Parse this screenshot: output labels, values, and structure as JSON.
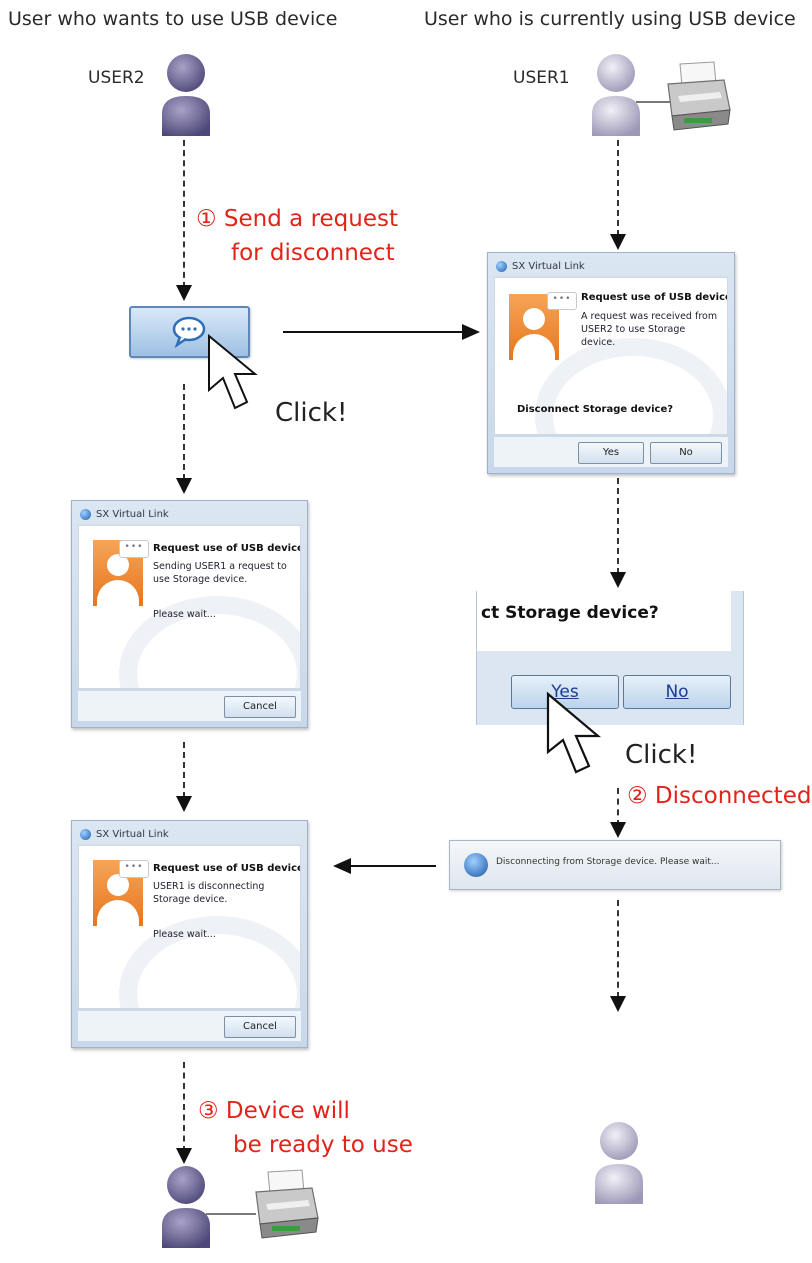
{
  "headers": {
    "left": "User who wants to use USB device",
    "right": "User who is currently using USB device"
  },
  "users": {
    "user2_label": "USER2",
    "user1_label": "USER1"
  },
  "steps": {
    "step1_line1": "① Send a request",
    "step1_line2": "for disconnect",
    "step2": "② Disconnected",
    "step3_line1": "③ Device will",
    "step3_line2": "be ready to use"
  },
  "click_labels": {
    "first": "Click!",
    "second": "Click!"
  },
  "dialog_received": {
    "window_title": "SX Virtual Link",
    "heading": "Request use of USB device",
    "message": "A request was received from USER2 to use Storage device.",
    "question": "Disconnect Storage device?",
    "yes_label": "Yes",
    "no_label": "No"
  },
  "dialog_sending": {
    "window_title": "SX Virtual Link",
    "heading": "Request use of USB device",
    "message": "Sending USER1 a request to use Storage device.",
    "wait": "Please wait...",
    "cancel_label": "Cancel"
  },
  "zoom_dialog": {
    "question": "ct Storage device?",
    "yes_label": "Yes",
    "no_label": "No"
  },
  "progress_window": {
    "message": "Disconnecting from Storage device. Please wait..."
  },
  "dialog_disconnecting": {
    "window_title": "SX Virtual Link",
    "heading": "Request use of USB device",
    "message": "USER1 is disconnecting Storage device.",
    "wait": "Please wait...",
    "cancel_label": "Cancel"
  },
  "colors": {
    "annotation_red": "#e2231a",
    "user_icon_purple": "#6b6590",
    "user_icon_gray": "#b9b5c9",
    "dialog_orange": "#f08a2c"
  },
  "icons": {
    "user2": "user-silhouette-icon",
    "user1": "user-silhouette-icon",
    "printer": "printer-icon",
    "chat": "chat-bubble-icon",
    "cursor": "mouse-cursor-icon"
  }
}
